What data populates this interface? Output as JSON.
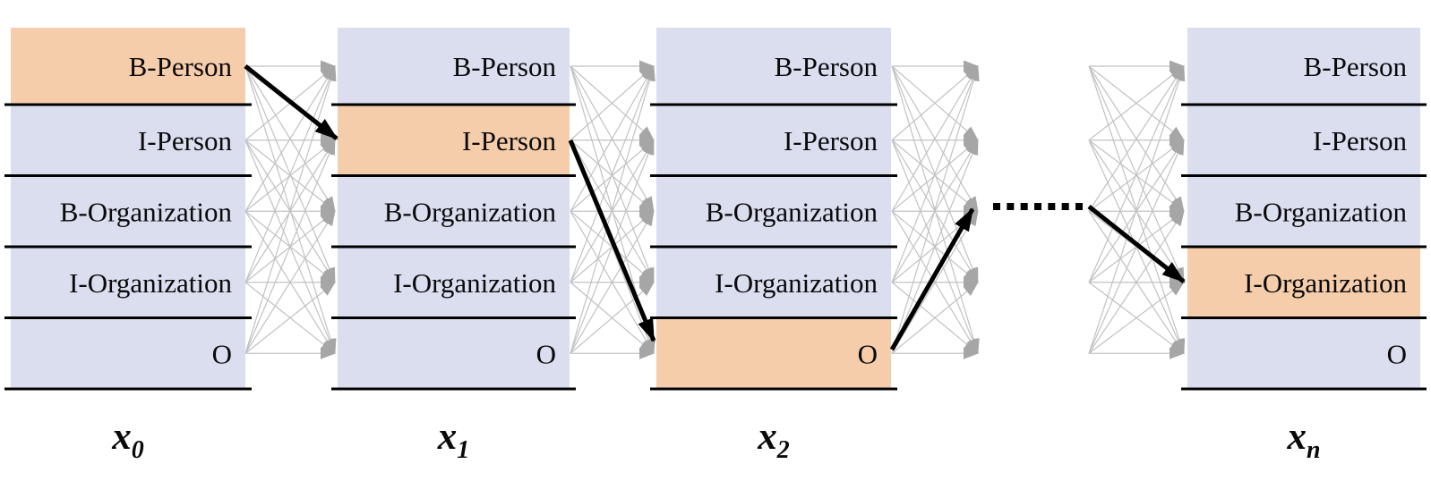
{
  "diagram": {
    "type": "trellis-sequence-labeling",
    "rows": [
      "B-Person",
      "I-Person",
      "B-Organization",
      "I-Organization",
      "O"
    ],
    "columns": [
      {
        "id": "x0",
        "label": "x",
        "subscript": "0",
        "highlighted_row": "B-Person"
      },
      {
        "id": "x1",
        "label": "x",
        "subscript": "1",
        "highlighted_row": "I-Person"
      },
      {
        "id": "x2",
        "label": "x",
        "subscript": "2",
        "highlighted_row": "O"
      },
      {
        "id": "xn",
        "label": "x",
        "subscript": "n",
        "highlighted_row": "I-Organization"
      }
    ],
    "path_arrows": [
      {
        "from": {
          "column": "x0",
          "row": "B-Person"
        },
        "to": {
          "column": "x1",
          "row": "I-Person"
        }
      },
      {
        "from": {
          "column": "x1",
          "row": "I-Person"
        },
        "to": {
          "column": "x2",
          "row": "O"
        }
      },
      {
        "from": {
          "column": "x2",
          "row": "O"
        },
        "to": "ellipsis-left"
      },
      {
        "from": "ellipsis-right",
        "to": {
          "column": "xn",
          "row": "I-Organization"
        }
      }
    ],
    "ellipsis": {
      "dot_count": 7,
      "style": "square-dotted"
    },
    "colors": {
      "cell_default": "#dadeef",
      "cell_highlight": "#f5cdab",
      "row_line": "#000000",
      "transition_line": "#c2c2c2",
      "transition_arrowhead": "#a6a6a6",
      "path_arrow": "#000000",
      "label_text": "#0a0a0a",
      "background": "#ffffff"
    }
  }
}
